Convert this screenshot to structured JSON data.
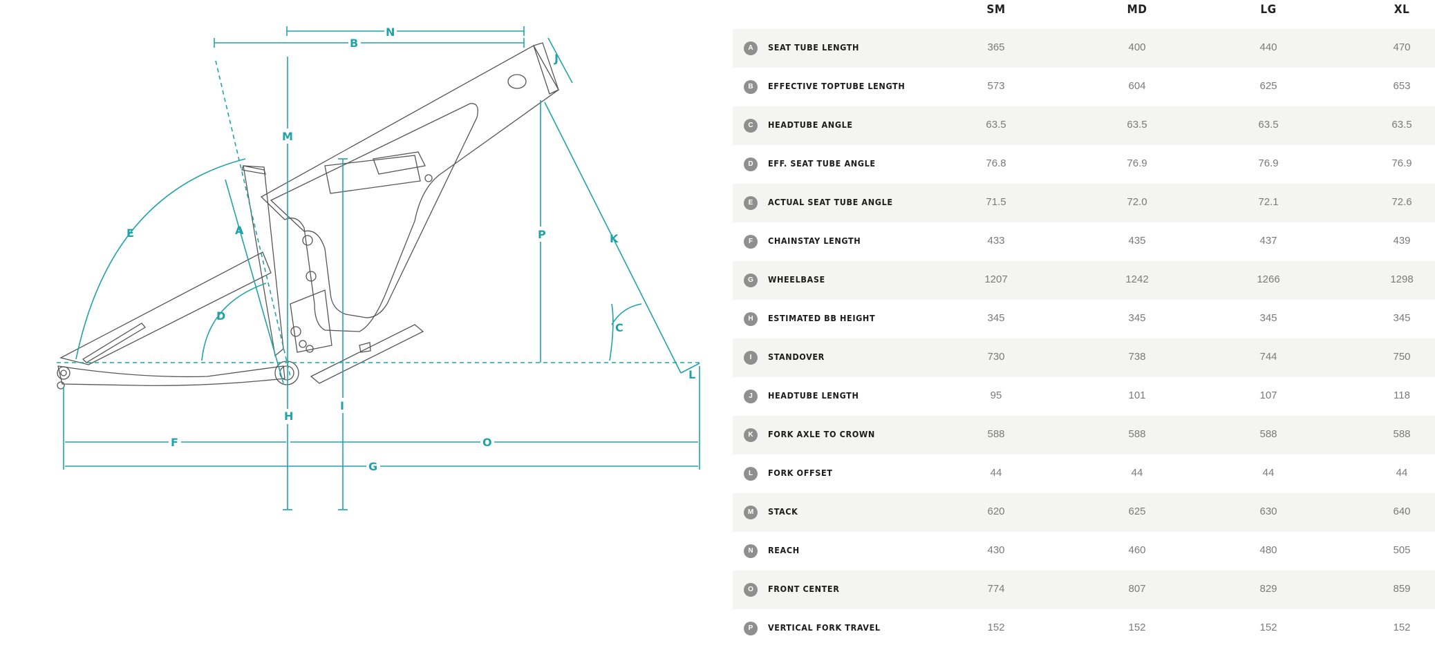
{
  "diagram": {
    "accent": "#1fa3a8",
    "frame_color": "#555555",
    "dimension_letters": [
      "A",
      "B",
      "C",
      "D",
      "E",
      "F",
      "G",
      "H",
      "I",
      "J",
      "K",
      "L",
      "M",
      "N",
      "O",
      "P"
    ]
  },
  "table": {
    "sizes": [
      "SM",
      "MD",
      "LG",
      "XL"
    ],
    "rows": [
      {
        "id": "A",
        "label": "SEAT TUBE LENGTH",
        "values": [
          "365",
          "400",
          "440",
          "470"
        ]
      },
      {
        "id": "B",
        "label": "EFFECTIVE TOPTUBE LENGTH",
        "values": [
          "573",
          "604",
          "625",
          "653"
        ]
      },
      {
        "id": "C",
        "label": "HEADTUBE ANGLE",
        "values": [
          "63.5",
          "63.5",
          "63.5",
          "63.5"
        ]
      },
      {
        "id": "D",
        "label": "EFF. SEAT TUBE ANGLE",
        "values": [
          "76.8",
          "76.9",
          "76.9",
          "76.9"
        ]
      },
      {
        "id": "E",
        "label": "ACTUAL SEAT TUBE ANGLE",
        "values": [
          "71.5",
          "72.0",
          "72.1",
          "72.6"
        ]
      },
      {
        "id": "F",
        "label": "CHAINSTAY LENGTH",
        "values": [
          "433",
          "435",
          "437",
          "439"
        ]
      },
      {
        "id": "G",
        "label": "WHEELBASE",
        "values": [
          "1207",
          "1242",
          "1266",
          "1298"
        ]
      },
      {
        "id": "H",
        "label": "ESTIMATED BB HEIGHT",
        "values": [
          "345",
          "345",
          "345",
          "345"
        ]
      },
      {
        "id": "I",
        "label": "STANDOVER",
        "values": [
          "730",
          "738",
          "744",
          "750"
        ]
      },
      {
        "id": "J",
        "label": "HEADTUBE LENGTH",
        "values": [
          "95",
          "101",
          "107",
          "118"
        ]
      },
      {
        "id": "K",
        "label": "FORK AXLE TO CROWN",
        "values": [
          "588",
          "588",
          "588",
          "588"
        ]
      },
      {
        "id": "L",
        "label": "FORK OFFSET",
        "values": [
          "44",
          "44",
          "44",
          "44"
        ]
      },
      {
        "id": "M",
        "label": "STACK",
        "values": [
          "620",
          "625",
          "630",
          "640"
        ]
      },
      {
        "id": "N",
        "label": "REACH",
        "values": [
          "430",
          "460",
          "480",
          "505"
        ]
      },
      {
        "id": "O",
        "label": "FRONT CENTER",
        "values": [
          "774",
          "807",
          "829",
          "859"
        ]
      },
      {
        "id": "P",
        "label": "VERTICAL FORK TRAVEL",
        "values": [
          "152",
          "152",
          "152",
          "152"
        ]
      }
    ]
  }
}
